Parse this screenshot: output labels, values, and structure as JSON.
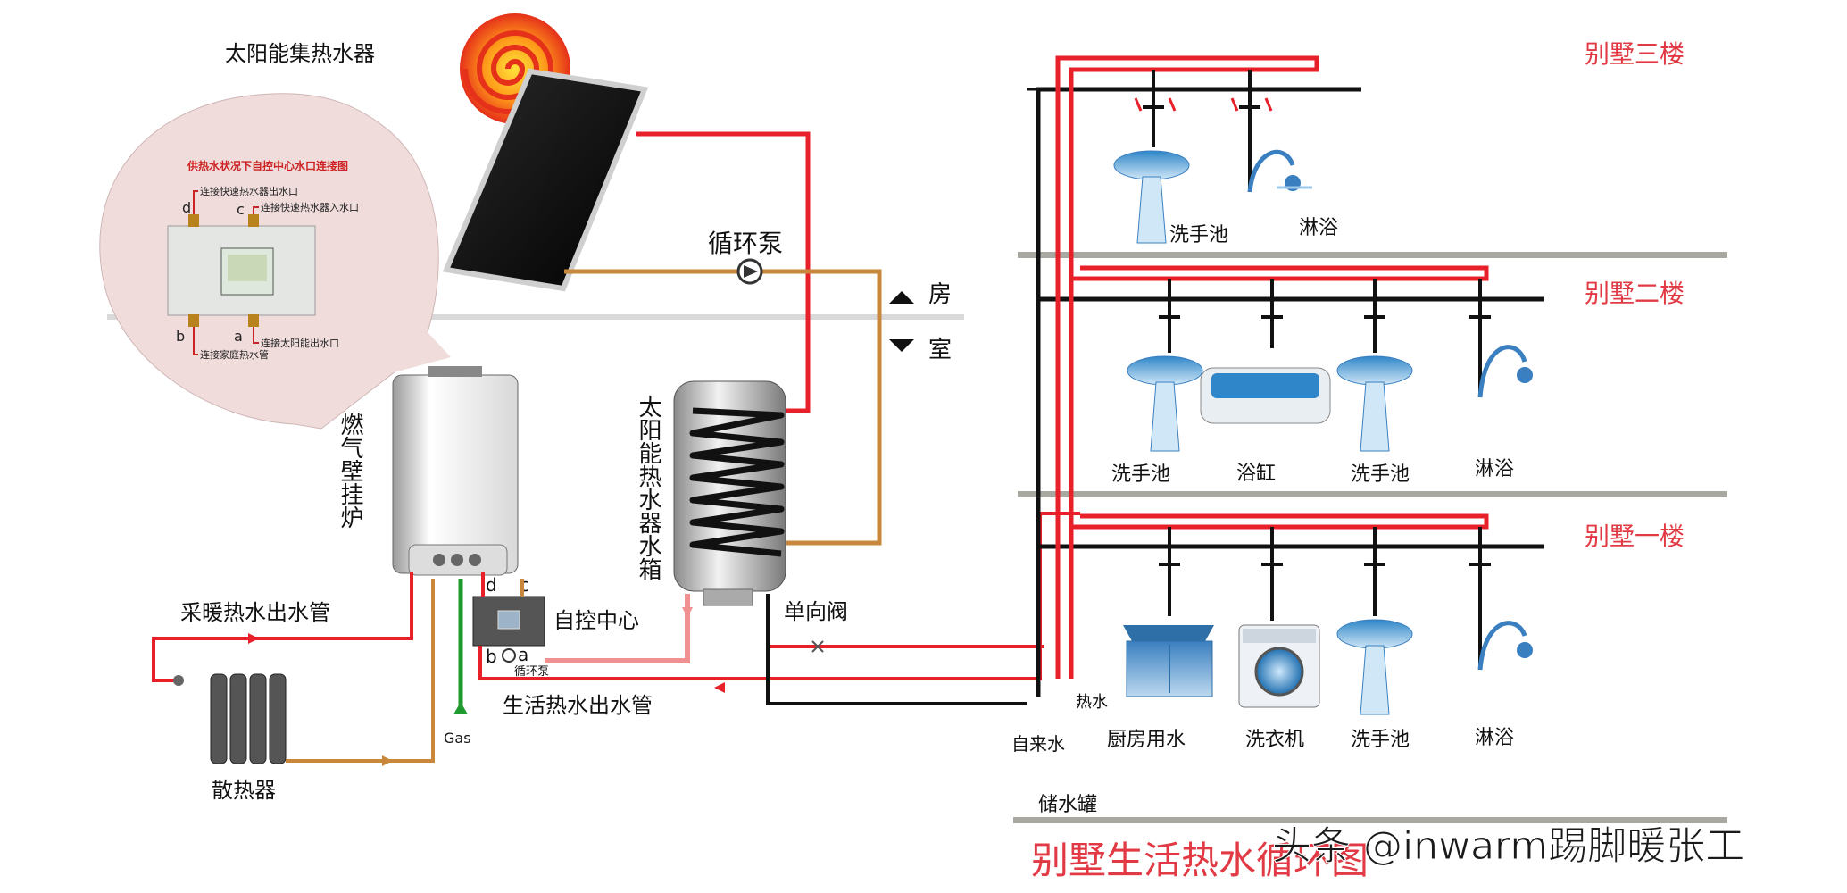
{
  "colors": {
    "hot": "#e8202a",
    "cold": "#111111",
    "return": "#c8873a",
    "gas": "#1f9a2e",
    "floor": "#a8a8a0",
    "bubble": "#f1dcdc",
    "title": "#e23a44",
    "watermark": "#1a1a1a"
  },
  "labels": {
    "solar_collector": "太阳能集热水器",
    "pump": "循环泵",
    "indoor_up": "房",
    "indoor_down": "室",
    "boiler": "燃气壁挂炉",
    "tank": "太阳能热水器水箱",
    "controller": "自控中心",
    "check_valve": "单向阀",
    "heating_out": "采暖热水出水管",
    "domestic_out": "生活热水出水管",
    "radiator": "散热器",
    "gas": "Gas",
    "small_pump": "循环泵",
    "hot_water": "热水",
    "tap_water": "自来水",
    "storage_tank": "储水罐",
    "diagram_title": "别墅生活热水循环图",
    "watermark": "头条 @inwarm踢脚暖张工",
    "port_c": "c",
    "port_d": "d",
    "port_a": "a",
    "port_b": "b"
  },
  "bubble": {
    "title": "供热水状况下自控中心水口连接图",
    "port_d": "连接快速热水器出水口",
    "port_c": "连接快速热水器入水口",
    "port_a": "连接太阳能出水口",
    "port_b": "连接家庭热水管",
    "letter_a": "a",
    "letter_b": "b",
    "letter_c": "c",
    "letter_d": "d"
  },
  "floors": [
    {
      "name": "别墅三楼",
      "fixtures": [
        "洗手池",
        "淋浴"
      ]
    },
    {
      "name": "别墅二楼",
      "fixtures": [
        "洗手池",
        "浴缸",
        "洗手池",
        "淋浴"
      ]
    },
    {
      "name": "别墅一楼",
      "fixtures": [
        "厨房用水",
        "洗衣机",
        "洗手池",
        "淋浴"
      ]
    }
  ]
}
